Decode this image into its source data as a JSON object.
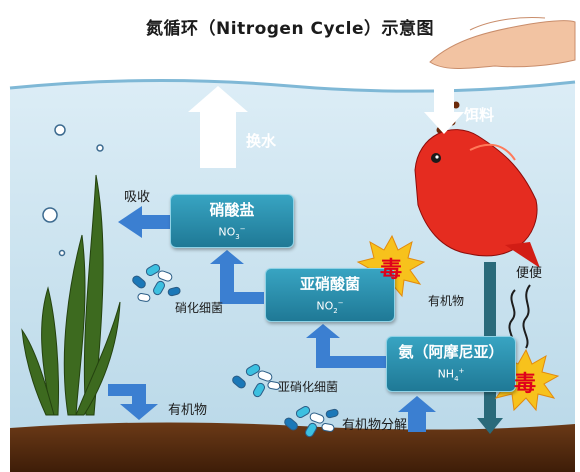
{
  "title": "氮循环（Nitrogen Cycle）示意图",
  "nodes": {
    "nitrate": {
      "name": "硝酸盐",
      "formula": "NO",
      "sub": "3",
      "sup": "−"
    },
    "nitrite": {
      "name": "亚硝酸菌",
      "formula": "NO",
      "sub": "2",
      "sup": "−"
    },
    "ammonia": {
      "name": "氨（阿摩尼亚）",
      "formula": "NH",
      "sub": "4",
      "sup": "+"
    }
  },
  "labels": {
    "water_change": "换水",
    "feed": "饵料",
    "absorb": "吸收",
    "feces": "便便",
    "organic_matter_fish": "有机物",
    "organic_matter_plant": "有机物",
    "decomposition": "有机物分解",
    "nitrifying_bacteria": "硝化细菌",
    "nitrite_bacteria": "亚硝化细菌"
  },
  "toxic": {
    "nitrite": "毒",
    "ammonia": "毒"
  },
  "colors": {
    "water": "#cfe6f1",
    "box": "#2a8cab",
    "arrow_white": "#ffffff",
    "arrow_blue": "#3b7fd1",
    "toxic_star": "#f7c21c",
    "toxic_text": "#e0001b",
    "fish": "#e52c20",
    "soil": "#5a2e12"
  }
}
